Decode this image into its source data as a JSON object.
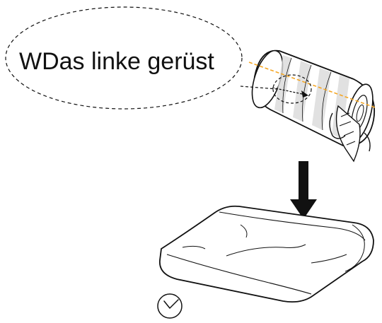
{
  "callout": {
    "text": "WDas linke gerüst"
  },
  "icons": {
    "roll": "foam-roll-illustration",
    "arrow": "down-arrow-icon",
    "sheet": "unrolled-sheet-illustration",
    "clock": "clock-icon"
  },
  "colors": {
    "line": "#111111",
    "cut_line": "#f5a623",
    "roll_shade": "#d9d9d9",
    "background": "#ffffff"
  }
}
